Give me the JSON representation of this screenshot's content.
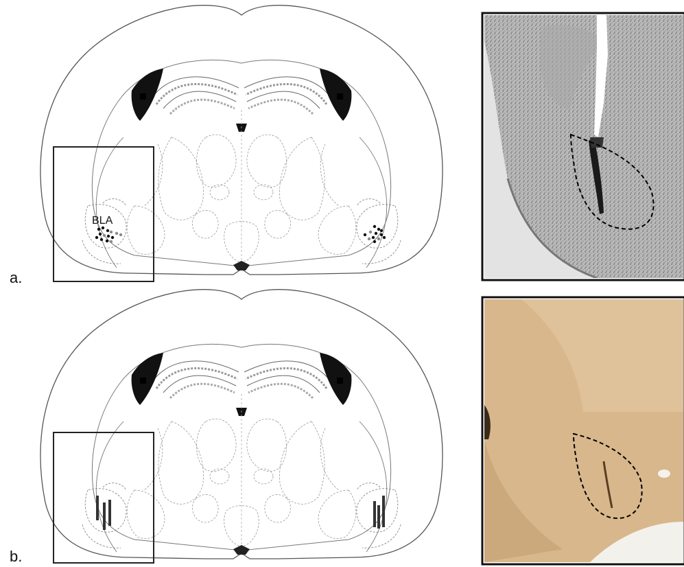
{
  "panels": [
    {
      "label": "a.",
      "region_label": "BLA",
      "marker": "dots"
    },
    {
      "label": "b.",
      "region_label": "",
      "marker": "bars"
    }
  ],
  "colors": {
    "outline": "#4a4a4a",
    "dashed": "#888888",
    "ventricle": "#111111",
    "dot_black": "#111111",
    "dot_gray": "#8a8a8a",
    "photo_a_bg": "#bcbcbc",
    "photo_b_bg": "#d7b890"
  }
}
